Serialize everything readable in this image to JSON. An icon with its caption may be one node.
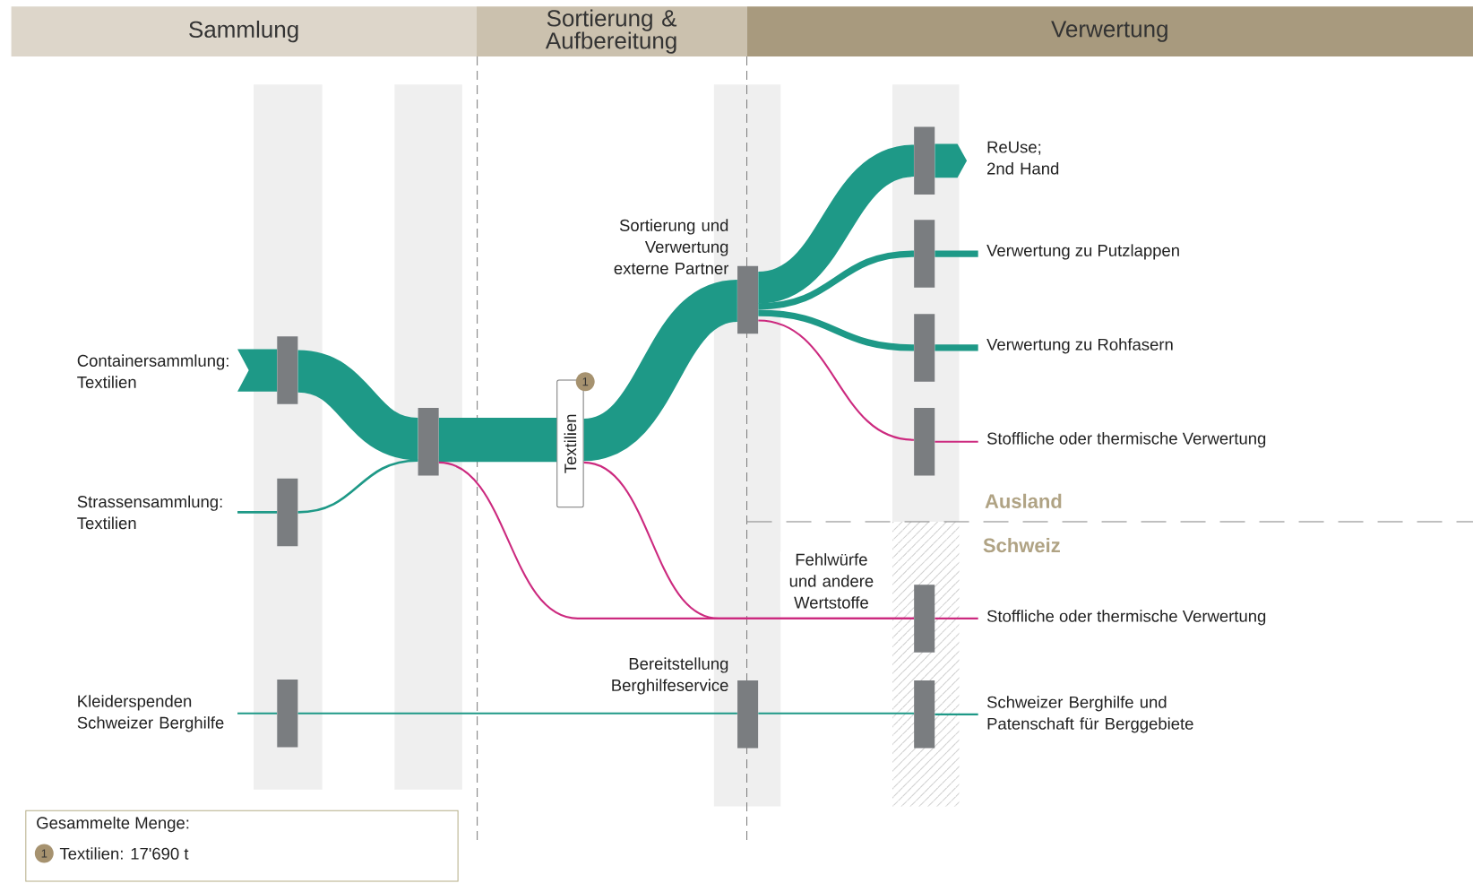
{
  "diagram": {
    "nodes": [
      {
        "text": [
          "Sammlung"
        ]
      },
      {
        "text": [
          "Sortierung & Aufbereitung"
        ]
      },
      {
        "text": [
          "Verwertung"
        ]
      },
      {
        "text": [],
        "shape": "bar",
        "beside": [
          "Containersammlung: Textilien"
        ]
      },
      {
        "text": [],
        "shape": "bar",
        "beside": [
          "Strassensammlung: Textilien"
        ]
      },
      {
        "text": [],
        "shape": "bar",
        "beside": [
          "Kleiderspenden Schweizer Berghilfe"
        ]
      },
      {
        "text": [],
        "shape": "bar"
      },
      {
        "text": [
          "Textilien"
        ]
      },
      {
        "text": [],
        "shape": "bar",
        "beside": [
          "Sortierung und Verwertung externe Partner"
        ]
      },
      {
        "text": [],
        "shape": "bar",
        "beside": [
          "Bereitstellung Berghilfeservice"
        ]
      },
      {
        "text": [],
        "shape": "bar",
        "beside": [
          "ReUse; 2nd Hand"
        ]
      },
      {
        "text": [],
        "shape": "bar",
        "beside": [
          "Verwertung zu Putzlappen"
        ]
      },
      {
        "text": [],
        "shape": "bar",
        "beside": [
          "Verwertung zu Rohfasern"
        ]
      },
      {
        "text": [],
        "shape": "bar",
        "beside": [
          "Stoffliche oder thermische Verwertung"
        ]
      },
      {
        "text": [],
        "shape": "bar",
        "beside": [
          "Stoffliche oder thermische Verwertung"
        ]
      },
      {
        "text": [],
        "shape": "bar",
        "beside": [
          "Schweizer Berghilfe und Patenschaft für Berggebiete"
        ]
      },
      {
        "text": [
          "Gesammelte Menge:",
          "Textilien: 17'690 t"
        ]
      }
    ],
    "edges": [
      {
        "from": null,
        "to": 3,
        "arrow": "none",
        "style": "thick"
      },
      {
        "from": null,
        "to": 4,
        "arrow": "none"
      },
      {
        "from": null,
        "to": 5,
        "arrow": "none"
      },
      {
        "from": 3,
        "to": 6,
        "arrow": "none",
        "style": "thick"
      },
      {
        "from": 4,
        "to": 6,
        "arrow": "none"
      },
      {
        "from": 5,
        "to": 9,
        "arrow": "none"
      },
      {
        "from": 6,
        "to": 7,
        "arrow": "none",
        "style": "thick"
      },
      {
        "from": 6,
        "to": 14,
        "arrow": "none",
        "color": "#cc2a7f"
      },
      {
        "from": 7,
        "to": 8,
        "arrow": "none",
        "style": "thick"
      },
      {
        "from": 7,
        "to": 14,
        "arrow": "none",
        "color": "#cc2a7f",
        "label": "Fehlwürfe und andere Wertstoffe"
      },
      {
        "from": 8,
        "to": 10,
        "arrow": "none",
        "style": "thick"
      },
      {
        "from": 8,
        "to": 11,
        "arrow": "none",
        "style": "thick"
      },
      {
        "from": 8,
        "to": 12,
        "arrow": "none",
        "style": "thick"
      },
      {
        "from": 8,
        "to": 13,
        "arrow": "none",
        "color": "#cc2a7f"
      },
      {
        "from": 9,
        "to": 15,
        "arrow": "none"
      },
      {
        "from": 10,
        "to": null,
        "arrow": "to",
        "style": "thick"
      },
      {
        "from": 11,
        "to": null,
        "arrow": "none",
        "style": "thick"
      },
      {
        "from": 12,
        "to": null,
        "arrow": "none",
        "style": "thick"
      },
      {
        "from": 13,
        "to": null,
        "arrow": "none",
        "color": "#cc2a7f"
      },
      {
        "from": 14,
        "to": null,
        "arrow": "none",
        "color": "#cc2a7f"
      },
      {
        "from": 15,
        "to": null,
        "arrow": "none"
      }
    ],
    "labels": [
      "1",
      "Ausland",
      "Schweiz",
      "1"
    ]
  }
}
